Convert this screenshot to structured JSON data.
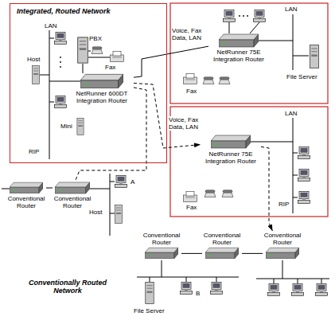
{
  "diagram": {
    "nodes": [
      {
        "text": [
          "Integrated, Routed Network"
        ]
      },
      {
        "text": [
          "NetRunner 600DT Integration Router"
        ],
        "in": 0
      },
      {
        "text": [
          "NetRunner 75E Integration Router"
        ]
      },
      {
        "text": [
          "NetRunner 75E Integration Router"
        ]
      },
      {
        "text": [
          "Conventional Router"
        ]
      },
      {
        "text": [
          "Conventional Router"
        ]
      },
      {
        "text": [
          "Conventional Router"
        ]
      },
      {
        "text": [
          "Conventional Router"
        ]
      },
      {
        "text": [
          "Conventional Router"
        ]
      }
    ],
    "edges": [
      {
        "from": 1,
        "to": 2,
        "arrow": "none",
        "label": "Voice, Fax Data, LAN"
      },
      {
        "from": 1,
        "to": 3,
        "arrow": "to",
        "label": "Voice, Fax Data, LAN"
      },
      {
        "from": 1,
        "to": 5,
        "arrow": "none"
      },
      {
        "from": 4,
        "to": 5,
        "arrow": "none"
      },
      {
        "from": 3,
        "to": 8,
        "arrow": "to"
      },
      {
        "from": 6,
        "to": 7,
        "arrow": "none"
      },
      {
        "from": 7,
        "to": 8,
        "arrow": "none"
      }
    ],
    "labels": [
      "LAN",
      "PBX",
      "Fax",
      "Host",
      "Mini",
      "RIP",
      "LAN",
      "File Server",
      "Fax",
      "LAN",
      "Fax",
      "RIP",
      "A",
      "Host",
      "File Server",
      "B",
      "Conventionally Routed Network"
    ]
  }
}
